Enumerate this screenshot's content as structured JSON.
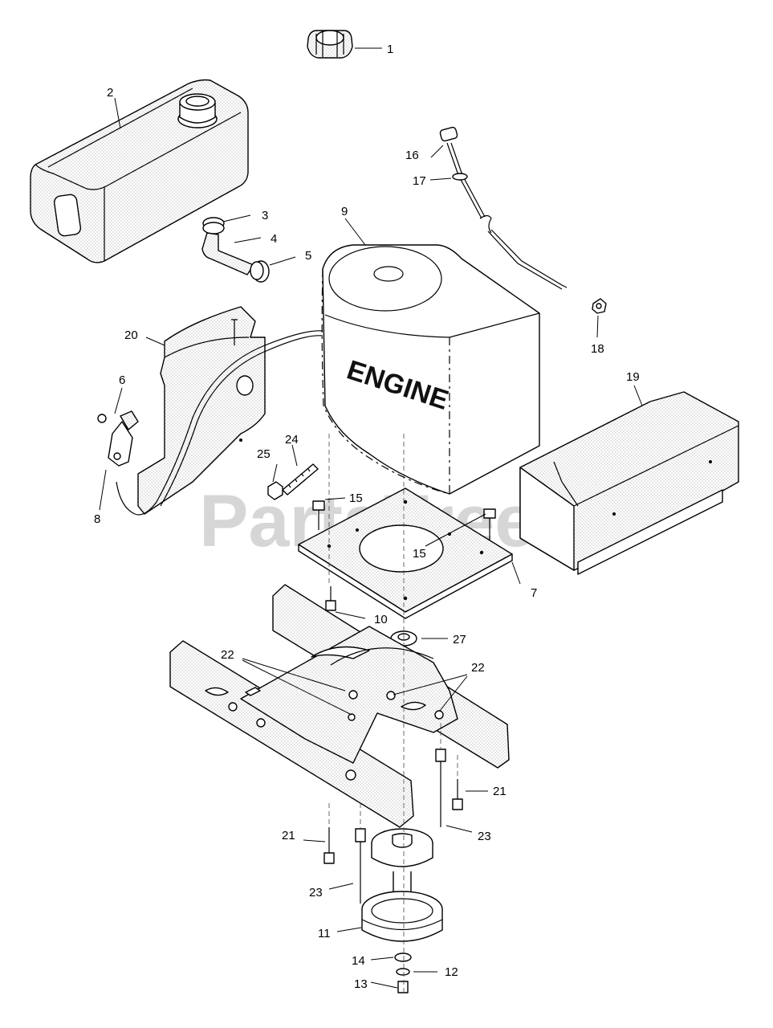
{
  "watermark": {
    "text": "PartsTree",
    "trademark": "™"
  },
  "engine_label": "ENGINE",
  "callouts": [
    {
      "id": "c1",
      "text": "1"
    },
    {
      "id": "c2",
      "text": "2"
    },
    {
      "id": "c3",
      "text": "3"
    },
    {
      "id": "c4",
      "text": "4"
    },
    {
      "id": "c5",
      "text": "5"
    },
    {
      "id": "c6",
      "text": "6"
    },
    {
      "id": "c7",
      "text": "7"
    },
    {
      "id": "c8",
      "text": "8"
    },
    {
      "id": "c9",
      "text": "9"
    },
    {
      "id": "c10",
      "text": "10"
    },
    {
      "id": "c11",
      "text": "11"
    },
    {
      "id": "c12",
      "text": "12"
    },
    {
      "id": "c13",
      "text": "13"
    },
    {
      "id": "c14",
      "text": "14"
    },
    {
      "id": "c15a",
      "text": "15"
    },
    {
      "id": "c15b",
      "text": "15"
    },
    {
      "id": "c16",
      "text": "16"
    },
    {
      "id": "c17",
      "text": "17"
    },
    {
      "id": "c18",
      "text": "18"
    },
    {
      "id": "c19",
      "text": "19"
    },
    {
      "id": "c20",
      "text": "20"
    },
    {
      "id": "c21a",
      "text": "21"
    },
    {
      "id": "c21b",
      "text": "21"
    },
    {
      "id": "c22a",
      "text": "22"
    },
    {
      "id": "c22b",
      "text": "22"
    },
    {
      "id": "c23a",
      "text": "23"
    },
    {
      "id": "c23b",
      "text": "23"
    },
    {
      "id": "c24",
      "text": "24"
    },
    {
      "id": "c25",
      "text": "25"
    },
    {
      "id": "c27",
      "text": "27"
    }
  ]
}
